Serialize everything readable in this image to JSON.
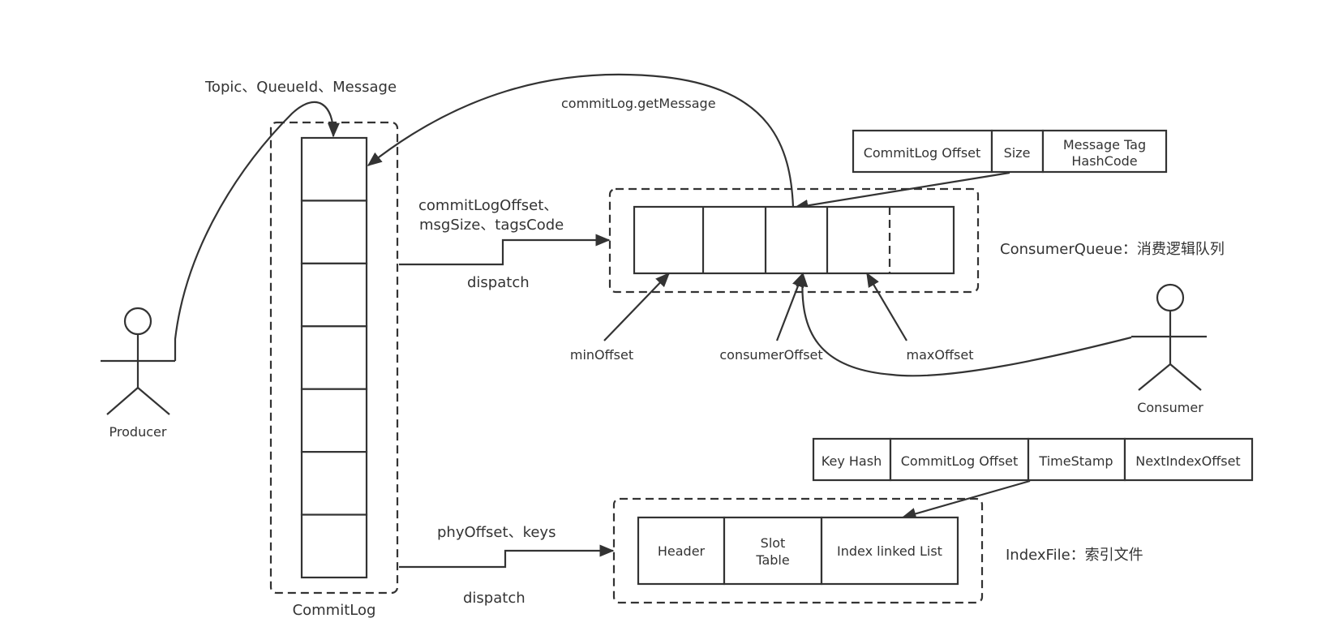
{
  "diagram": {
    "producer": {
      "label": "Producer"
    },
    "consumer": {
      "label": "Consumer"
    },
    "commitlog": {
      "label": "CommitLog",
      "cell_count": 7
    },
    "producer_message_label": "Topic、QueueId、Message",
    "get_message_label": "commitLog.getMessage",
    "consumequeue_dispatch": {
      "fields_line1": "commitLogOffset、",
      "fields_line2": "msgSize、tagsCode",
      "dispatch_label": "dispatch"
    },
    "indexfile_dispatch": {
      "fields": "phyOffset、keys",
      "dispatch_label": "dispatch"
    },
    "consumequeue": {
      "title": "ConsumerQueue：消费逻辑队列",
      "cell_count": 5,
      "entry_fields": [
        {
          "label": "CommitLog Offset"
        },
        {
          "label": "Size"
        },
        {
          "label_line1": "Message Tag",
          "label_line2": "HashCode"
        }
      ],
      "pointers": {
        "min": "minOffset",
        "consumer": "consumerOffset",
        "max": "maxOffset"
      }
    },
    "indexfile": {
      "title": "IndexFile：索引文件",
      "sections": [
        {
          "label": "Header"
        },
        {
          "label_line1": "Slot",
          "label_line2": "Table"
        },
        {
          "label": "Index linked List"
        }
      ],
      "entry_fields": [
        "Key Hash",
        "CommitLog Offset",
        "TimeStamp",
        "NextIndexOffset"
      ]
    }
  }
}
